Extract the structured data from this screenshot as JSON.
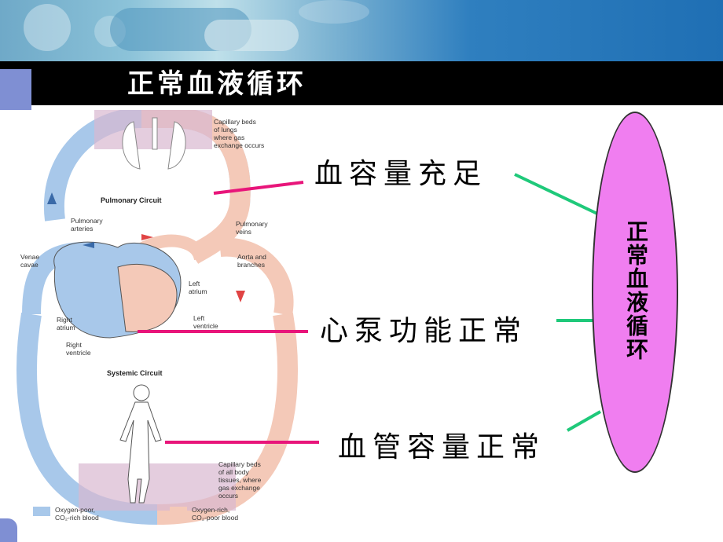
{
  "slide": {
    "title": "正常血液循环",
    "factors": {
      "blood_volume": "血容量充足",
      "heart_pump": "心泵功能正常",
      "vessel_volume": "血管容量正常"
    },
    "result": "正常血液循环"
  },
  "diagram": {
    "labels": {
      "capillary_lungs": [
        "Capillary beds",
        "of lungs",
        "where gas",
        "exchange occurs"
      ],
      "pulmonary_circuit": "Pulmonary Circuit",
      "pulmonary_arteries": [
        "Pulmonary",
        "arteries"
      ],
      "pulmonary_veins": [
        "Pulmonary",
        "veins"
      ],
      "venae_cavae": [
        "Venae",
        "cavae"
      ],
      "aorta": [
        "Aorta and",
        "branches"
      ],
      "left_atrium": [
        "Left",
        "atrium"
      ],
      "left_ventricle": [
        "Left",
        "ventricle"
      ],
      "right_atrium": [
        "Right",
        "atrium"
      ],
      "right_ventricle": [
        "Right",
        "ventricle"
      ],
      "systemic_circuit": "Systemic Circuit",
      "capillary_body": [
        "Capillary beds",
        "of all body",
        "tissues, where",
        "gas exchange",
        "occurs"
      ],
      "legend_oxygen_poor": [
        "Oxygen-poor,",
        "CO₂-rich blood"
      ],
      "legend_oxygen_rich": [
        "Oxygen-rich,",
        "CO₂-poor blood"
      ]
    }
  },
  "colors": {
    "title_bar": "#000000",
    "accent": "#7f8fd3",
    "connector_pink": "#e8157a",
    "connector_green": "#1fc97a",
    "ellipse_fill": "#f07ef0",
    "oxygen_poor": "#a8c8ea",
    "oxygen_rich": "#f4c9b8"
  }
}
